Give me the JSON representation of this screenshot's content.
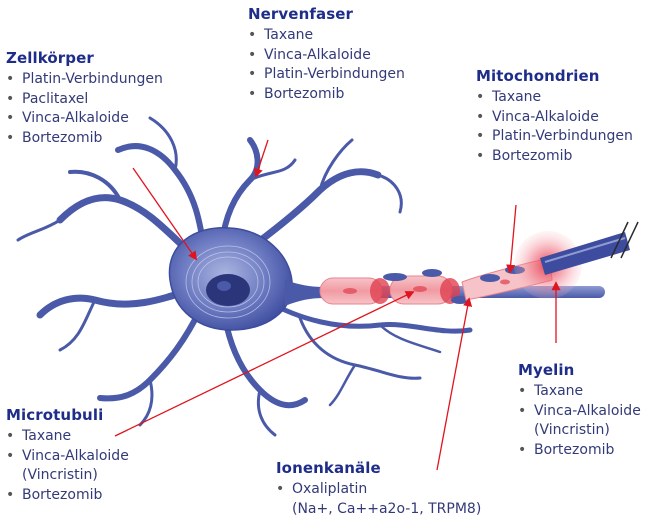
{
  "labels": {
    "nervenfaser": {
      "title": "Nervenfaser",
      "items": [
        "Taxane",
        "Vinca-Alkaloide",
        "Platin-Verbindungen",
        "Bortezomib"
      ]
    },
    "zellkoerper": {
      "title": "Zellkörper",
      "items": [
        "Platin-Verbindungen",
        "Paclitaxel",
        "Vinca-Alkaloide",
        "Bortezomib"
      ]
    },
    "mitochondrien": {
      "title": "Mitochondrien",
      "items": [
        "Taxane",
        "Vinca-Alkaloide",
        "Platin-Verbindungen",
        "Bortezomib"
      ]
    },
    "myelin": {
      "title": "Myelin",
      "items": [
        "Taxane",
        "Vinca-Alkaloide",
        "(Vincristin)",
        "Bortezomib"
      ]
    },
    "microtubuli": {
      "title": "Microtubuli",
      "items": [
        "Taxane",
        "Vinca-Alkaloide",
        "(Vincristin)",
        "Bortezomib"
      ]
    },
    "ionenkanaele": {
      "title": "Ionenkanäle",
      "items": [
        "Oxaliplatin",
        "(Na+, Ca++a2o-1, TRPM8)"
      ]
    }
  },
  "colors": {
    "neuron": "#4a5aa8",
    "neuron_dark": "#2f3d8c",
    "myelin": "#f2a0a6",
    "arrow": "#e0141e",
    "text_heading": "#1f2d8a"
  }
}
